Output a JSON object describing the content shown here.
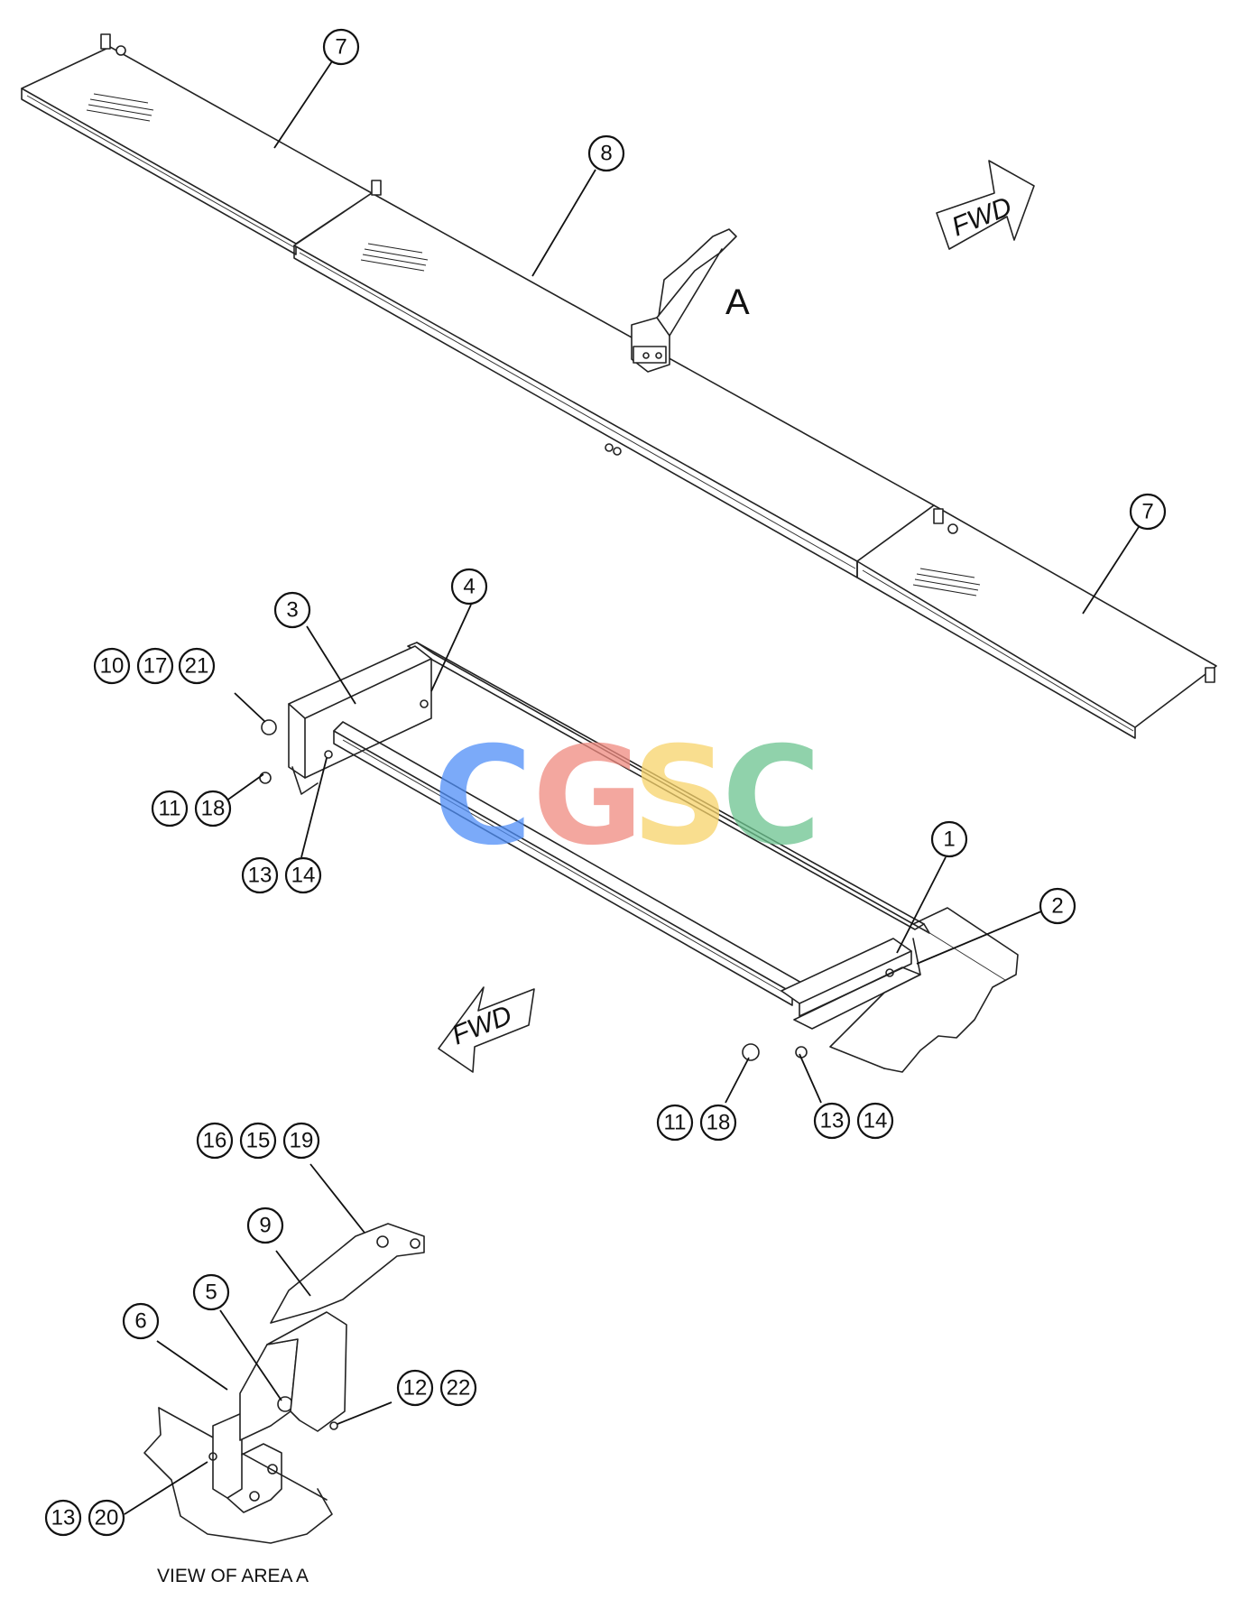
{
  "labels": {
    "area_label": "A",
    "caption": "VIEW OF AREA A",
    "fwd_upper": "FWD",
    "fwd_lower": "FWD"
  },
  "watermark": {
    "letters": [
      "C",
      "G",
      "S",
      "C"
    ],
    "colors": [
      "#4f8ef7",
      "#f08a80",
      "#f7d36a",
      "#6cc48f"
    ]
  },
  "callouts": {
    "c7_top": "7",
    "c8": "8",
    "c7_right": "7",
    "c3": "3",
    "c4": "4",
    "c10": "10",
    "c17": "17",
    "c21": "21",
    "c11_left": "11",
    "c18_left": "18",
    "c13_left": "13",
    "c14_left": "14",
    "c1": "1",
    "c2": "2",
    "c11_right": "11",
    "c18_right": "18",
    "c13_right": "13",
    "c14_right": "14",
    "c16": "16",
    "c15": "15",
    "c19": "19",
    "c9": "9",
    "c6": "6",
    "c5": "5",
    "c12": "12",
    "c22": "22",
    "c13_bottom": "13",
    "c20": "20"
  }
}
